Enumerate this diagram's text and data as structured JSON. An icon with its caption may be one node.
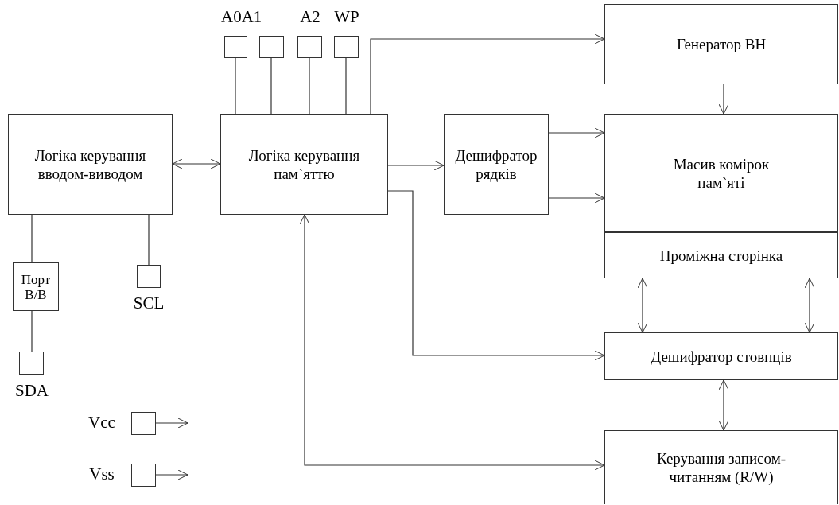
{
  "diagram": {
    "nodes": [
      {
        "text": [
          "Логіка керування вводом-виводом"
        ]
      },
      {
        "text": [
          "Логіка керування пам`яттю"
        ]
      },
      {
        "text": [
          "Дешифратор рядків"
        ]
      },
      {
        "text": [
          "Генератор ВН"
        ]
      },
      {
        "text": [
          "Масив комірок пам`яті"
        ]
      },
      {
        "text": [
          "Проміжна сторінка"
        ]
      },
      {
        "text": [
          "Дешифратор стовпців"
        ]
      },
      {
        "text": [
          "Керування записом-читанням (R/W)"
        ]
      },
      {
        "text": [
          "Порт В/В"
        ]
      },
      {
        "text": [],
        "shape": "box",
        "beside": [
          "SCL"
        ]
      },
      {
        "text": [],
        "shape": "box",
        "beside": [
          "SDA"
        ]
      },
      {
        "text": [],
        "shape": "box"
      },
      {
        "text": [],
        "shape": "box"
      },
      {
        "text": [],
        "shape": "box",
        "beside": [
          "A2"
        ]
      },
      {
        "text": [],
        "shape": "box",
        "beside": [
          "WP"
        ]
      },
      {
        "text": [],
        "shape": "box",
        "beside": [
          "Vcc"
        ]
      },
      {
        "text": [],
        "shape": "box",
        "beside": [
          "Vss"
        ]
      }
    ],
    "edges": [
      {
        "from": 0,
        "to": 1,
        "arrow": "both"
      },
      {
        "from": 11,
        "to": 1,
        "arrow": "none"
      },
      {
        "from": 12,
        "to": 1,
        "arrow": "none"
      },
      {
        "from": 13,
        "to": 1,
        "arrow": "none"
      },
      {
        "from": 14,
        "to": 1,
        "arrow": "none"
      },
      {
        "from": 1,
        "to": 3,
        "arrow": "to"
      },
      {
        "from": 3,
        "to": 4,
        "arrow": "to"
      },
      {
        "from": 1,
        "to": 2,
        "arrow": "to"
      },
      {
        "from": 2,
        "to": 4,
        "arrow": "to"
      },
      {
        "from": 2,
        "to": 4,
        "arrow": "to"
      },
      {
        "from": 1,
        "to": 6,
        "arrow": "to"
      },
      {
        "from": 1,
        "to": 7,
        "arrow": "both"
      },
      {
        "from": 5,
        "to": 6,
        "arrow": "both"
      },
      {
        "from": 5,
        "to": 6,
        "arrow": "both"
      },
      {
        "from": 6,
        "to": 7,
        "arrow": "both"
      },
      {
        "from": 0,
        "to": 8,
        "arrow": "none"
      },
      {
        "from": 8,
        "to": 10,
        "arrow": "none"
      },
      {
        "from": 0,
        "to": 9,
        "arrow": "none"
      },
      {
        "from": 15,
        "to": null,
        "arrow": "to"
      },
      {
        "from": 16,
        "to": null,
        "arrow": "to"
      }
    ],
    "labels": [
      "A0A1"
    ]
  }
}
